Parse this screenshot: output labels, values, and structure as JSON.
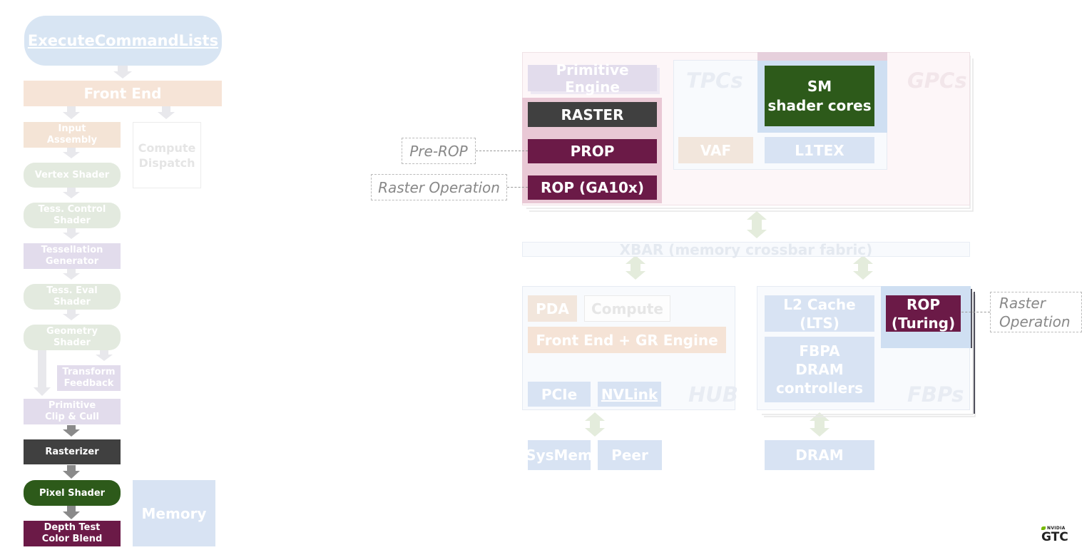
{
  "pipeline": {
    "execute": "ExecuteCommandLists",
    "front_end": "Front End",
    "input_assembly": "Input\nAssembly",
    "compute_dispatch": "Compute\nDispatch",
    "vertex_shader": "Vertex Shader",
    "tess_control": "Tess. Control\nShader",
    "tess_generator": "Tessellation\nGenerator",
    "tess_eval": "Tess. Eval\nShader",
    "geometry": "Geometry\nShader",
    "transform_feedback": "Transform\nFeedback",
    "clip_cull": "Primitive\nClip & Cull",
    "rasterizer": "Rasterizer",
    "pixel_shader": "Pixel Shader",
    "depth_test": "Depth Test\nColor Blend",
    "memory": "Memory"
  },
  "gpu": {
    "primitive_engine": "Primitive Engine",
    "raster": "RASTER",
    "prop": "PROP",
    "rop_ga10x": "ROP (GA10x)",
    "tpcs": "TPCs",
    "gpcs": "GPCs",
    "sm": "SM\nshader cores",
    "vaf": "VAF",
    "l1tex": "L1TEX",
    "xbar": "XBAR (memory crossbar fabric)",
    "pda": "PDA",
    "compute": "Compute",
    "front_end_gr": "Front End + GR Engine",
    "pcie": "PCIe",
    "nvlink": "NVLink",
    "hub": "HUB",
    "sysmem": "SysMem",
    "peer": "Peer",
    "l2": "L2 Cache\n(LTS)",
    "fbpa": "FBPA\nDRAM\ncontrollers",
    "rop_turing": "ROP\n(Turing)",
    "fbps": "FBPs",
    "dram": "DRAM"
  },
  "notes": {
    "pre_rop": "Pre-ROP",
    "raster_operation_left": "Raster Operation",
    "raster_operation_right": "Raster\nOperation"
  },
  "logo": {
    "brand": "NVIDIA",
    "event": "GTC"
  },
  "colors": {
    "raster": "#404040",
    "rop": "#6b1a47",
    "sm": "#2d5a1a",
    "faded_blue": "#d8e3f3",
    "faded_green": "#e3eadf",
    "faded_lavender": "#e2dcec",
    "faded_peach": "#f5e3d6"
  }
}
